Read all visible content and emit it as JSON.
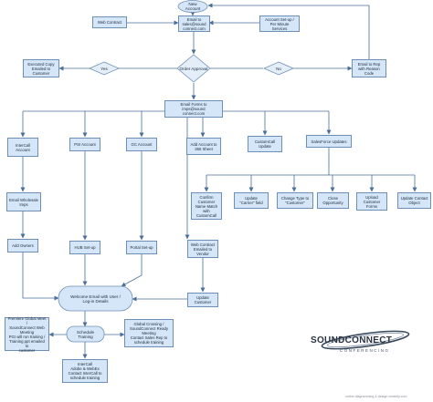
{
  "start": "New\nAccount",
  "nodes": {
    "web_contract": "Web Contract",
    "email_sales": "Email to\nsales@sound\nconnect.com",
    "account_setup": "Account Set-up /\nPer Minute\nServices",
    "executed_copy": "Executed Copy\nEmailed to\nCustomer",
    "email_rep": "Email to Rep\nwith Reason\nCode",
    "email_forms": "Email Forms to\nimps@sound\nconnect.com",
    "intercall_account": "InterCall\nAccount",
    "psi_account": "PSI Account",
    "gc_account": "GC Account",
    "add_365": "Add Account to\n365 Sheet",
    "customcall_update": "CustomCall\nUpdate",
    "salesforce_updates": "SalesForce Updates",
    "confirm_customer": "Confirm\nCustomer\nName Match\nwith\nCustomCall",
    "update_carrier": "Update\n\"Carrier\" field",
    "change_type": "Change Type to\n\"Customer\"",
    "close_opportunity": "Close\nOpportunity",
    "upload_form": "Upload\nCustomer\nForms",
    "update_contact": "Update Contact\nObject",
    "email_wholesale": "Email Wholesale\nImps",
    "add_owners": "Add Owners",
    "hub_setup": "HUB Set-up",
    "portal_setup": "Portal Set-up",
    "web_contract_vendor": "Web Contract\nEmailed to\nVendor",
    "update_customer": "Update\nCustomer",
    "premiere_global": "Premiere Global Meet /\nSoundConnect Web\nMeeting\nPGI will run training /\nTraining ppt emailed to\ncustomer",
    "global_crossing": "Global Crossing /\nSoundConnect Ready\nMeeting\nContact Sales Rep to\nschedule training",
    "intercall_final": "InterCall\nAdobe & WebEx\nContact InterCall to\nschedule training"
  },
  "decision": {
    "order_approval": "Order Approval",
    "yes": "Yes",
    "no": "No"
  },
  "pills": {
    "welcome_email": "Welcome Email with User /\nLog-in Details",
    "schedule_training": "Schedule\nTraining"
  },
  "logo": {
    "main": "SOUNDCONNECT",
    "sub": "CONFERENCING"
  },
  "credit": "online diagramming & design  creately.com",
  "colors": {
    "box_fill": "#d4e6f7",
    "box_stroke": "#6e8fb5",
    "line": "#4a6f98",
    "diamond_fill": "#e3eef9",
    "logo_swoosh": "#3a4a5e"
  }
}
